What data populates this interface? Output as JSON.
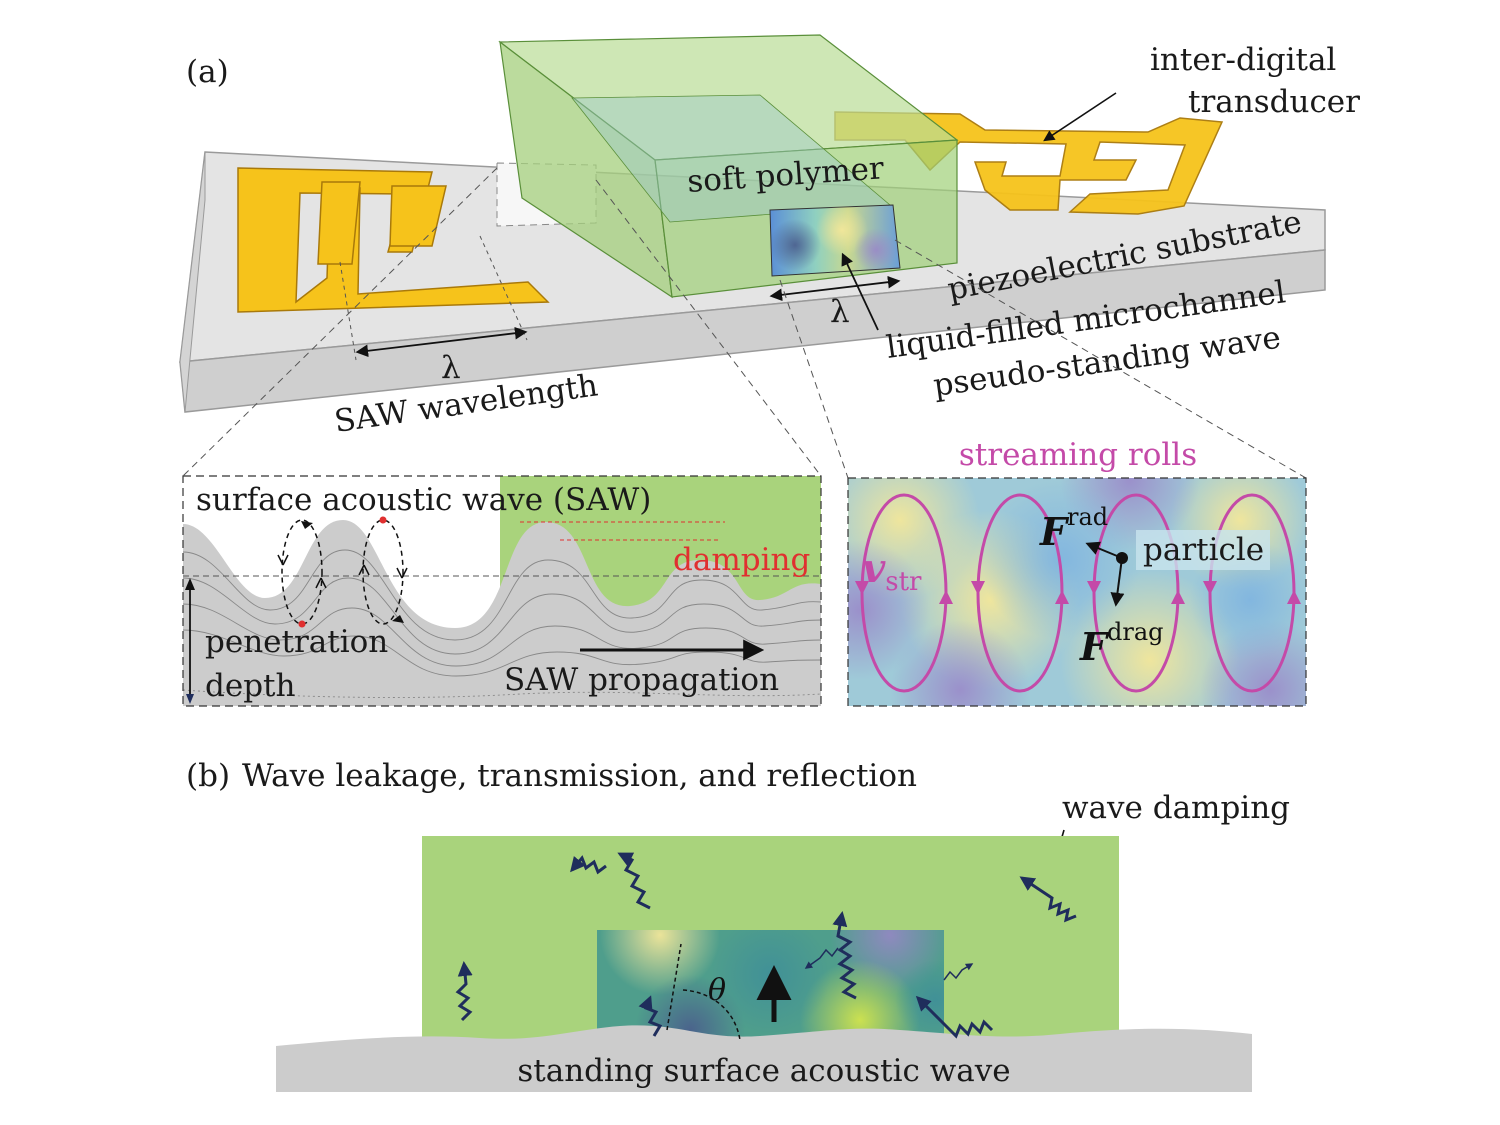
{
  "panel_a": {
    "label": "(a)",
    "idt_label_line1": "inter-digital",
    "idt_label_line2": "transducer",
    "polymer_label": "soft polymer",
    "substrate_label": "piezoelectric substrate",
    "channel_label_line1": "liquid-filled microchannel",
    "channel_label_line2": "pseudo-standing wave",
    "lambda": "λ",
    "saw_wavelength_label": "SAW wavelength",
    "inset_left": {
      "title": "surface acoustic wave (SAW)",
      "damping": "damping",
      "penetration_line1": "penetration",
      "penetration_line2": "depth",
      "propagation": "SAW propagation"
    },
    "inset_right": {
      "title": "streaming rolls",
      "v_symbol": "v",
      "v_sub": "str",
      "f_symbol": "F",
      "f_rad_sup": "rad",
      "f_drag_sup": "drag",
      "particle": "particle"
    }
  },
  "panel_b": {
    "label": "(b)",
    "title": "Wave leakage, transmission, and reflection",
    "wave_damping": "wave damping",
    "theta": "θ",
    "sssaw": "standing surface acoustic wave"
  },
  "colors": {
    "gold": "#f6c31b",
    "gold_dark": "#b8860b",
    "polymer_green": "#a9d37c",
    "substrate_gray": "#d9d9d9",
    "streaming_magenta": "#c44aa8",
    "damping_red": "#e03030",
    "wave_navy": "#1f2d5c"
  }
}
